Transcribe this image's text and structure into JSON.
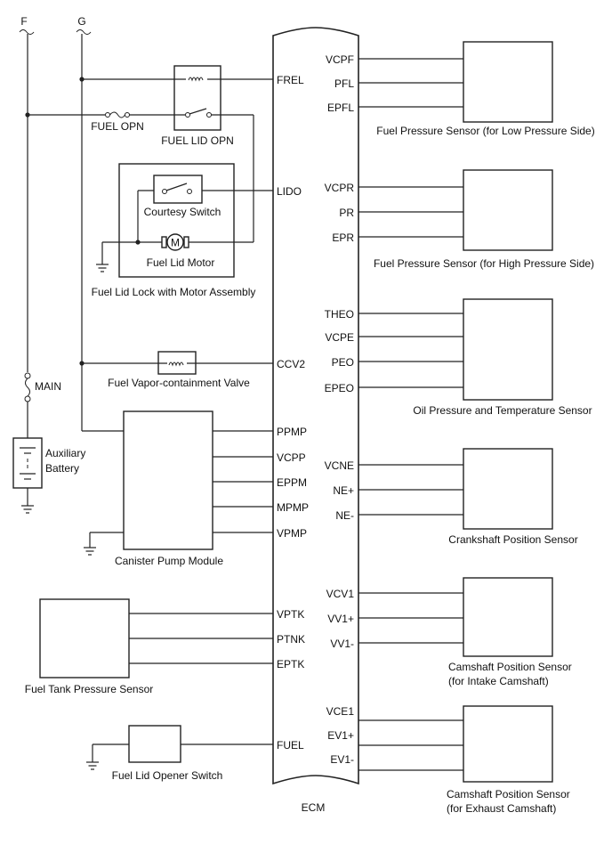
{
  "rails": {
    "f": "F",
    "g": "G"
  },
  "ecm": {
    "label": "ECM",
    "left_pins": [
      "FREL",
      "LIDO",
      "CCV2",
      "PPMP",
      "VCPP",
      "EPPM",
      "MPMP",
      "VPMP",
      "VPTK",
      "PTNK",
      "EPTK",
      "FUEL"
    ],
    "right_pins": [
      "VCPF",
      "PFL",
      "EPFL",
      "VCPR",
      "PR",
      "EPR",
      "THEO",
      "VCPE",
      "PEO",
      "EPEO",
      "VCNE",
      "NE+",
      "NE-",
      "VCV1",
      "VV1+",
      "VV1-",
      "VCE1",
      "EV1+",
      "EV1-"
    ]
  },
  "left_components": {
    "fuel_opn_fuse": "FUEL OPN",
    "fuel_lid_opn_relay": "FUEL LID OPN",
    "courtesy_switch": "Courtesy Switch",
    "fuel_lid_motor": "Fuel Lid Motor",
    "fuel_lid_assembly": "Fuel Lid Lock with Motor Assembly",
    "vapor_valve": "Fuel Vapor-containment Valve",
    "main_fuse": "MAIN",
    "battery_line1": "Auxiliary",
    "battery_line2": "Battery",
    "canister_pump": "Canister Pump Module",
    "tank_sensor": "Fuel Tank Pressure Sensor",
    "opener_switch": "Fuel Lid Opener Switch"
  },
  "right_components": {
    "low_pressure": "Fuel Pressure Sensor (for Low Pressure Side)",
    "high_pressure": "Fuel Pressure Sensor (for High Pressure Side)",
    "oil_sensor": "Oil Pressure and Temperature Sensor",
    "crank_sensor": "Crankshaft Position Sensor",
    "cam_intake_line1": "Camshaft Position Sensor",
    "cam_intake_line2": "(for Intake Camshaft)",
    "cam_exhaust_line1": "Camshaft Position Sensor",
    "cam_exhaust_line2": "(for Exhaust Camshaft)"
  }
}
